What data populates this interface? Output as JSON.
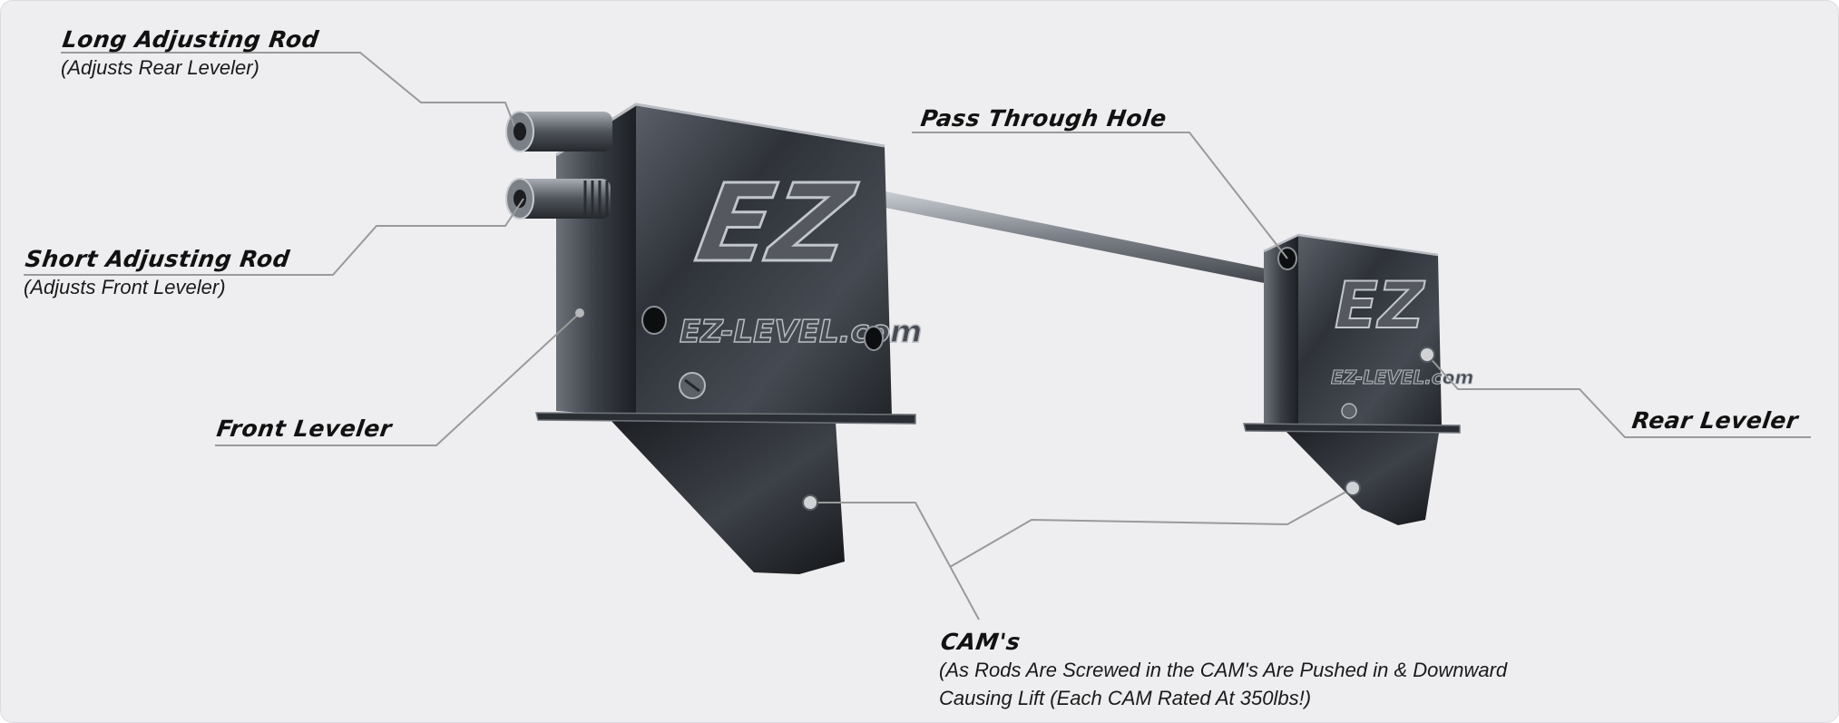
{
  "labels": {
    "long_rod": {
      "title": "Long Adjusting Rod",
      "sub": "(Adjusts Rear Leveler)"
    },
    "short_rod": {
      "title": "Short Adjusting Rod",
      "sub": "(Adjusts Front Leveler)"
    },
    "front_leveler": {
      "title": "Front Leveler"
    },
    "pass_hole": {
      "title": "Pass Through Hole"
    },
    "rear_leveler": {
      "title": "Rear Leveler"
    },
    "cams": {
      "title": "CAM's",
      "sub_line1": "(As Rods Are Screwed in the CAM's Are Pushed in & Downward",
      "sub_line2": "Causing Lift (Each CAM Rated At 350lbs!)"
    }
  },
  "branding": {
    "logo_text": "EZ",
    "site_text": "EZ-LEVEL.com"
  },
  "colors": {
    "background": "#eeeef0",
    "leader_line": "#9a9a9a",
    "metal_dark": "#2a2d33",
    "metal_light": "#8e939b",
    "text": "#111111"
  }
}
